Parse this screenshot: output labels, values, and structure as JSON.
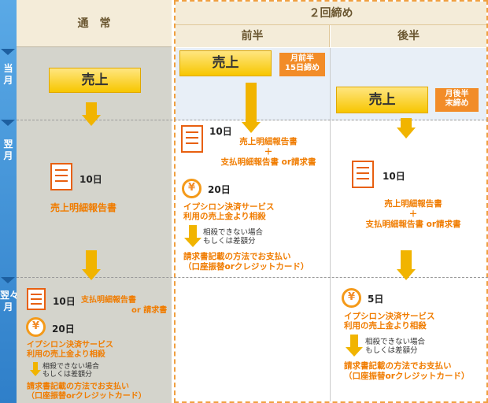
{
  "timeline": {
    "month_current": "当月",
    "month_next": "翌月",
    "month_after": "翌々月"
  },
  "headers": {
    "normal": "通　常",
    "split": "２回締め",
    "first_half": "前半",
    "second_half": "後半"
  },
  "sales_label": "売上",
  "tags": {
    "first": "月前半\n15日締め",
    "second": "月後半\n末締め"
  },
  "normal": {
    "day1": "10日",
    "doc1": "売上明細報告書",
    "day2": "10日",
    "doc2": "支払明細報告書",
    "doc2b": "or 請求書",
    "day3": "20日",
    "pay": "イプシロン決済サービス\n利用の売上金より相殺",
    "note": "相殺できない場合\nもしくは差額分",
    "invoice": "請求書記載の方法でお支払い\n（口座振替orクレジットカード）"
  },
  "first_half": {
    "day1": "10日",
    "docs": "売上明細報告書\n＋\n支払明細報告書 or請求書",
    "day2": "20日",
    "pay": "イプシロン決済サービス\n利用の売上金より相殺",
    "note": "相殺できない場合\nもしくは差額分",
    "invoice": "請求書記載の方法でお支払い\n（口座振替orクレジットカード）"
  },
  "second_half": {
    "day1": "10日",
    "docs": "売上明細報告書\n＋\n支払明細報告書 or請求書",
    "day2": "5日",
    "pay": "イプシロン決済サービス\n利用の売上金より相殺",
    "note": "相殺できない場合\nもしくは差額分",
    "invoice": "請求書記載の方法でお支払い\n（口座振替orクレジットカード）"
  },
  "icons": {
    "doc": "document-icon",
    "yen": "yen-coin-icon",
    "arrow": "down-arrow-icon"
  },
  "colors": {
    "accent_orange": "#f28c28",
    "sales_yellow": "#f7c600",
    "timeline_blue": "#2f7fc9"
  }
}
